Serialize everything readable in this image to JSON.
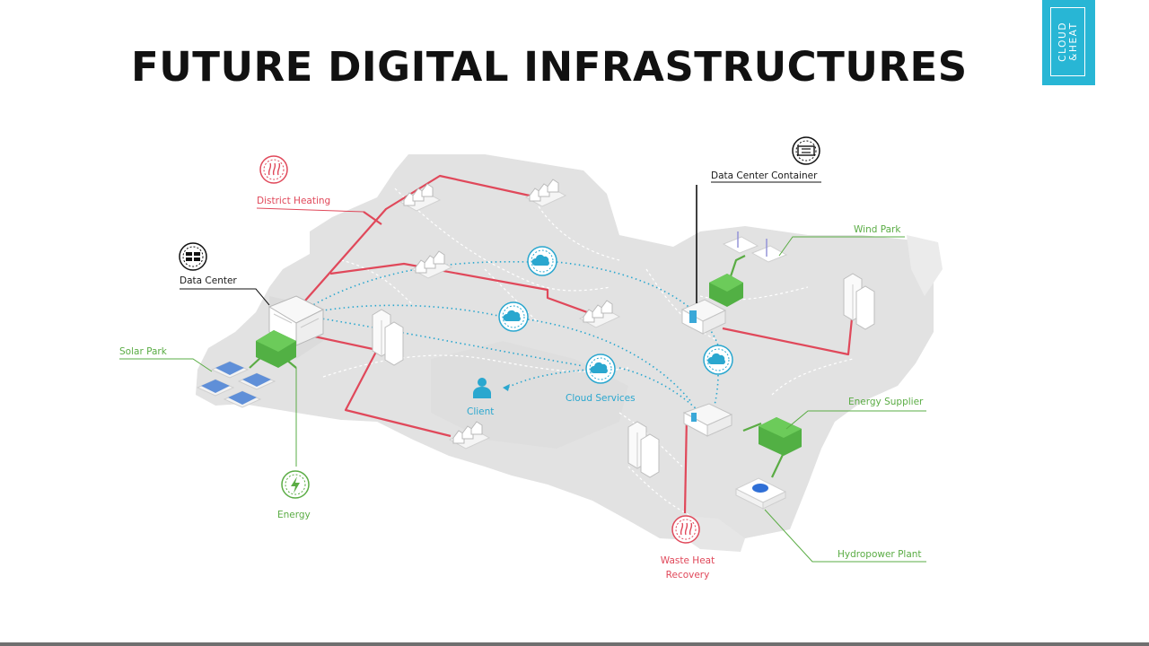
{
  "title": "FUTURE DIGITAL INFRASTRUCTURES",
  "logo": {
    "line1": "CLOUD",
    "line2": "&HEAT"
  },
  "labels": {
    "district_heating": "District Heating",
    "data_center": "Data Center",
    "solar_park": "Solar Park",
    "energy": "Energy",
    "client": "Client",
    "cloud_services": "Cloud Services",
    "data_center_container": "Data Center Container",
    "wind_park": "Wind Park",
    "energy_supplier": "Energy Supplier",
    "hydropower_plant": "Hydropower Plant",
    "waste_heat_recovery_line1": "Waste Heat",
    "waste_heat_recovery_line2": "Recovery"
  },
  "colors": {
    "heat": "#e0485a",
    "energy": "#5aac44",
    "cloud": "#2aa7cf",
    "map": "#e2e2e2",
    "logo": "#28b6d5"
  },
  "icons": {
    "district_heating": "heat-icon",
    "data_center": "server-icon",
    "data_center_container": "container-icon",
    "energy": "lightning-icon",
    "cloud": "cloud-icon",
    "client": "person-icon",
    "waste_heat": "heat-icon"
  }
}
